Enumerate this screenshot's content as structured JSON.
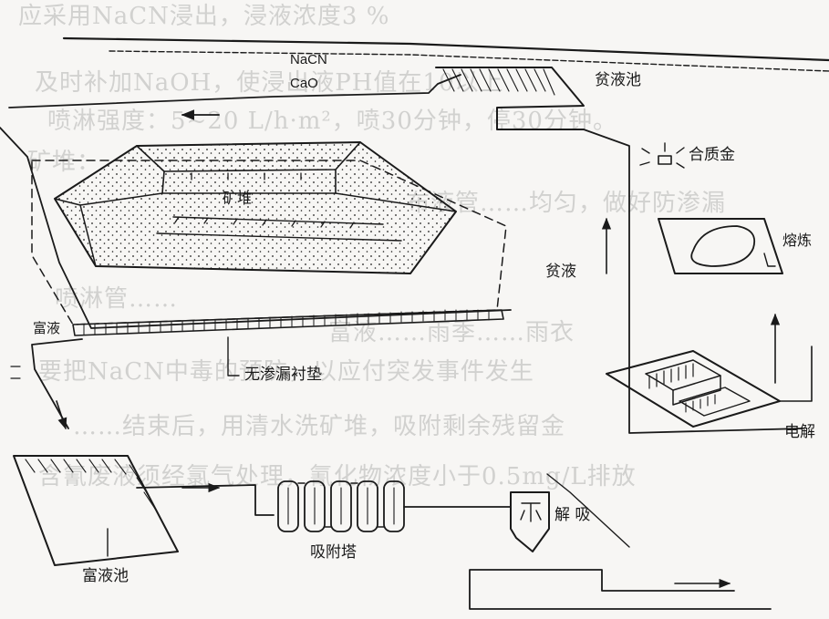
{
  "labels": {
    "nacn": "NaCN",
    "cao": "CaO",
    "lean_pond": "贫液池",
    "alloy": "合质金",
    "ore_heap": "矿堆",
    "smelting": "熔炼",
    "lean_solution": "贫液",
    "rich_solution": "富液",
    "liner": "无渗漏衬垫",
    "electrolysis": "电解",
    "desorption": "解 吸",
    "adsorption_tower": "吸附塔",
    "rich_pond": "富液池"
  },
  "background_text": [
    "应采用NaCN浸出，浸液浓度3 %",
    "及时补加NaOH，使浸出液PH值在10以上",
    "喷淋强度：5~20 L/h·m²，喷30分钟，停30分钟。",
    "矿堆：",
    "布液管……均匀，做好防渗漏",
    "喷淋管……",
    "富液……雨季……雨衣",
    "要把NaCN中毒的预防，以应付突发事件发生",
    "……结束后，用清水洗矿堆，吸附剩余残留金",
    "含氰废液须经氯气处理，氰化物浓度小于0.5mg/L排放"
  ],
  "colors": {
    "ink": "#1a1a1a",
    "paper": "#f7f6f4"
  }
}
